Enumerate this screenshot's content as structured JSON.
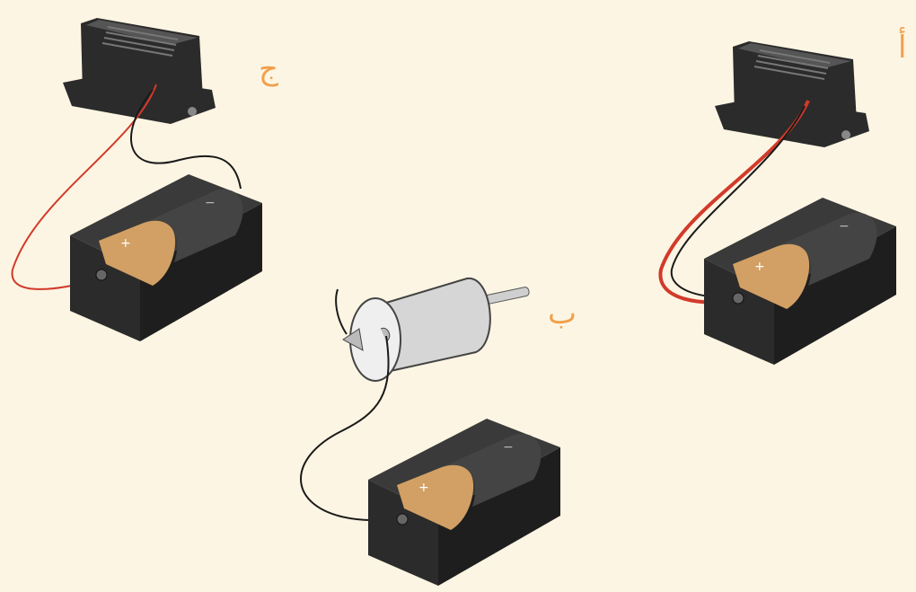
{
  "colors": {
    "background": "#fdf5e3",
    "label": "#f0a04b",
    "component_dark": "#2b2b2b",
    "battery_terminal": "#d2a064",
    "wire_red": "#d23a2a",
    "wire_black": "#1a1a1a",
    "motor_body": "#d6d6d6"
  },
  "circuits": [
    {
      "label": "أ",
      "components": [
        "buzzer",
        "battery"
      ],
      "wires": [
        "red",
        "black"
      ]
    },
    {
      "label": "ب",
      "components": [
        "motor",
        "battery"
      ],
      "wires": [
        "black",
        "black"
      ]
    },
    {
      "label": "ج",
      "components": [
        "buzzer",
        "battery"
      ],
      "wires": [
        "red",
        "black"
      ]
    }
  ],
  "battery_marks": {
    "positive": "+",
    "negative": "−"
  }
}
